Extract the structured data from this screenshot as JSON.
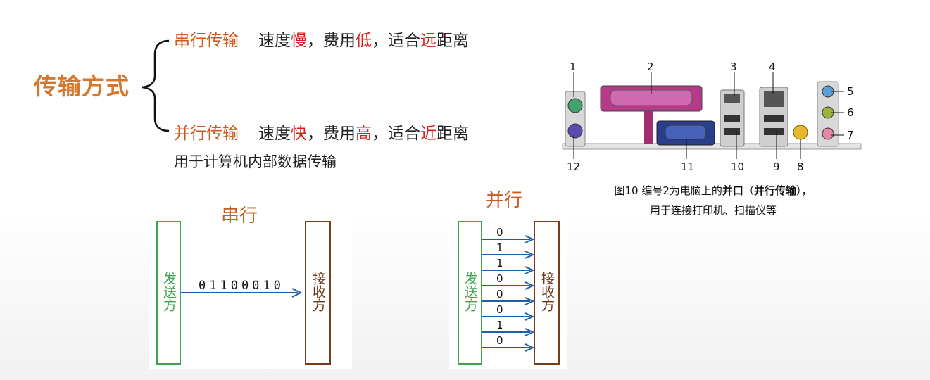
{
  "main_title": "传输方式",
  "serial_line": {
    "label": "串行传输",
    "p1": "速度",
    "speed": "慢",
    "p2": "，费用",
    "cost": "低",
    "p3": "，适合",
    "dist": "远",
    "p4": "距离"
  },
  "parallel_line": {
    "label": "并行传输",
    "p1": "速度",
    "speed": "快",
    "p2": "，费用",
    "cost": "高",
    "p3": "，适合",
    "dist": "近",
    "p4": "距离"
  },
  "parallel_note": "用于计算机内部数据传输",
  "serial_diagram": {
    "title": "串行",
    "sender": "发送方",
    "receiver": "接收方",
    "bits": "01100010"
  },
  "parallel_diagram": {
    "title": "并行",
    "sender": "发送方",
    "receiver": "接收方",
    "bits": [
      "0",
      "1",
      "1",
      "0",
      "0",
      "0",
      "1",
      "0"
    ]
  },
  "port_figure": {
    "numbers_top": [
      "1",
      "2",
      "3",
      "4"
    ],
    "numbers_right": [
      "5",
      "6",
      "7"
    ],
    "numbers_bottom": [
      "12",
      "11",
      "10",
      "9",
      "8"
    ],
    "caption_line1_pre": "图10  编号2为电脑上的",
    "caption_line1_bold1": "并口",
    "caption_line1_mid": "（",
    "caption_line1_bold2": "并行传输",
    "caption_line1_post": "），",
    "caption_line2": "用于连接打印机、扫描仪等"
  },
  "colors": {
    "accent_orange": "#cc5a1e",
    "emphasis_red": "#d81e1e",
    "sender_green": "#3fa34d",
    "receiver_brown": "#7a3d1b",
    "arrow_blue": "#1f5fa8"
  }
}
